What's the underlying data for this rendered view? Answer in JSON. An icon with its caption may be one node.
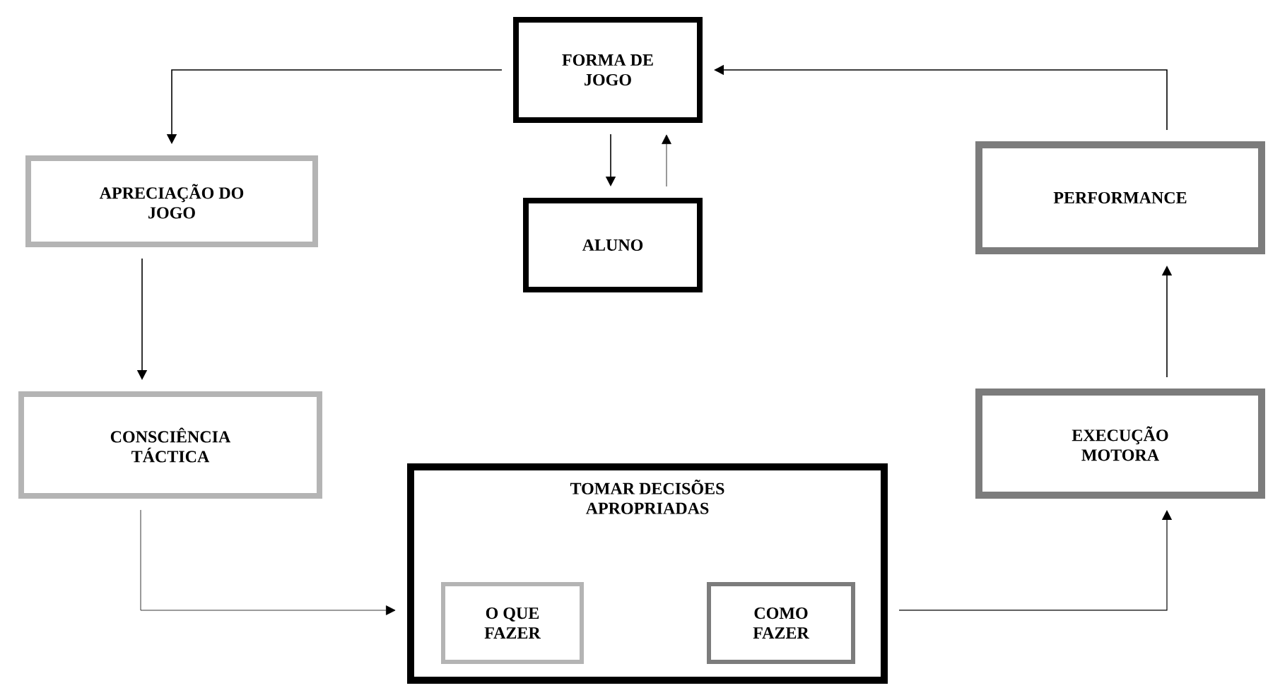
{
  "diagram": {
    "nodes": [
      {
        "text": [
          "FORMA DE JOGO"
        ]
      },
      {
        "text": [
          "ALUNO"
        ]
      },
      {
        "text": [
          "APRECIAÇÃO DO JOGO"
        ]
      },
      {
        "text": [
          "CONSCIÊNCIA TÁCTICA"
        ]
      },
      {
        "text": [
          "TOMAR DECISÕES APROPRIADAS"
        ]
      },
      {
        "text": [
          "O QUE FAZER"
        ],
        "in": 4
      },
      {
        "text": [
          "COMO FAZER"
        ],
        "in": 4
      },
      {
        "text": [
          "EXECUÇÃO MOTORA"
        ]
      },
      {
        "text": [
          "PERFORMANCE"
        ]
      }
    ],
    "edges": [
      {
        "from": 0,
        "to": 2,
        "arrow": "to"
      },
      {
        "from": 0,
        "to": 1,
        "arrow": "to"
      },
      {
        "from": 1,
        "to": 0,
        "arrow": "to"
      },
      {
        "from": 2,
        "to": 3,
        "arrow": "to"
      },
      {
        "from": 3,
        "to": 4,
        "arrow": "to"
      },
      {
        "from": 4,
        "to": 7,
        "arrow": "to"
      },
      {
        "from": 7,
        "to": 8,
        "arrow": "to"
      },
      {
        "from": 8,
        "to": 0,
        "arrow": "to"
      }
    ]
  }
}
